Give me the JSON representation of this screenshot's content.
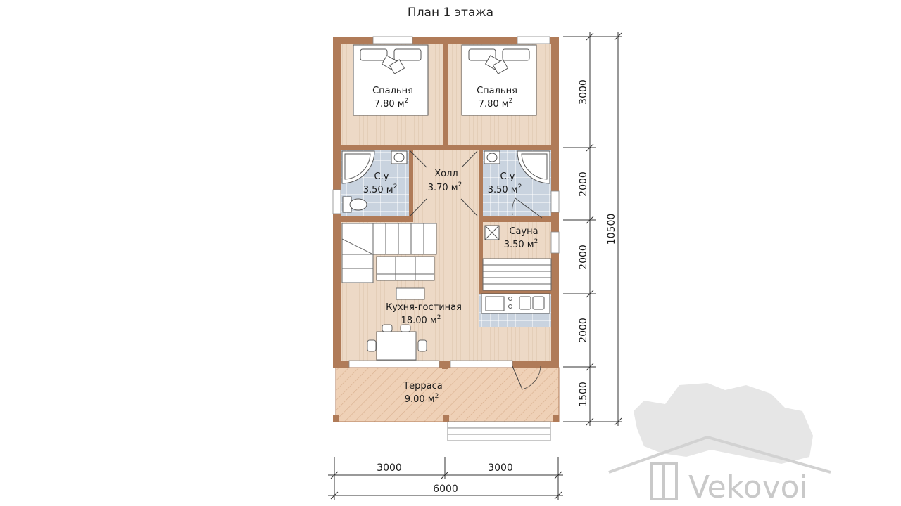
{
  "title": "План 1 этажа",
  "rooms": {
    "bed1": {
      "name": "Спальня",
      "area": "7.80 м"
    },
    "bed2": {
      "name": "Спальня",
      "area": "7.80 м"
    },
    "bath1": {
      "name": "С.у",
      "area": "3.50 м"
    },
    "bath2": {
      "name": "С.у",
      "area": "3.50 м"
    },
    "hall": {
      "name": "Холл",
      "area": "3.70 м"
    },
    "sauna": {
      "name": "Сауна",
      "area": "3.50 м"
    },
    "kitchen": {
      "name": "Кухня-гостиная",
      "area": "18.00 м"
    },
    "terrace": {
      "name": "Терраса",
      "area": "9.00 м"
    }
  },
  "sup": "2",
  "dims": {
    "v1": "3000",
    "v2": "2000",
    "v3": "2000",
    "v4": "2000",
    "v5": "1500",
    "vtotal": "10500",
    "h1": "3000",
    "h2": "3000",
    "htotal": "6000"
  },
  "logo": {
    "text": "Vekovoi"
  },
  "colors": {
    "wall": "#b07b58",
    "floor": "#edd9c6",
    "tile": "#c9d3df",
    "terrace": "#efd1b7"
  }
}
